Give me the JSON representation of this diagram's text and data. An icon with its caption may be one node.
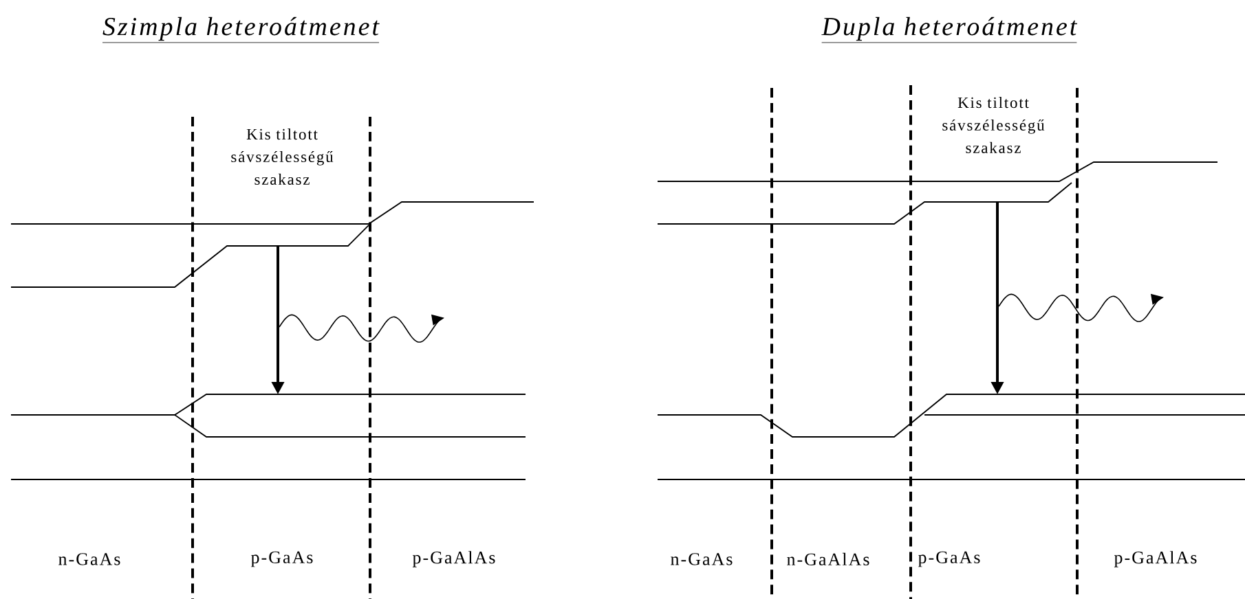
{
  "diagram": {
    "labels": [
      "Szimpla heteroátmenet",
      "Dupla heteroátmenet",
      "Kis tiltott sávszélességű szakasz",
      "Kis tiltott sávszélességű szakasz",
      "n-GaAs",
      "p-GaAs",
      "p-GaAlAs",
      "n-GaAs",
      "n-GaAlAs",
      "p-GaAs",
      "p-GaAlAs"
    ]
  }
}
